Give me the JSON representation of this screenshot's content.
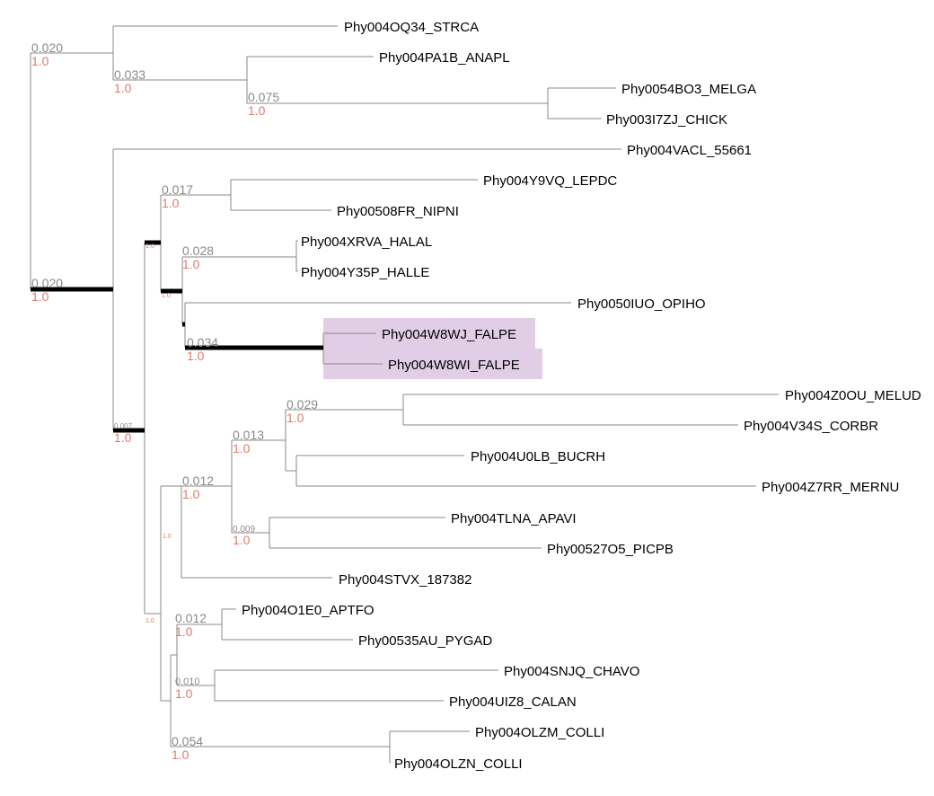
{
  "highlight_color": "#e2cde6",
  "leaves": [
    {
      "id": "strca",
      "label": "Phy004OQ34_STRCA"
    },
    {
      "id": "anapl",
      "label": "Phy004PA1B_ANAPL"
    },
    {
      "id": "melga",
      "label": "Phy0054BO3_MELGA"
    },
    {
      "id": "chick",
      "label": "Phy003I7ZJ_CHICK"
    },
    {
      "id": "v55661",
      "label": "Phy004VACL_55661"
    },
    {
      "id": "lepdc",
      "label": "Phy004Y9VQ_LEPDC"
    },
    {
      "id": "nipni",
      "label": "Phy00508FR_NIPNI"
    },
    {
      "id": "halal",
      "label": "Phy004XRVA_HALAL"
    },
    {
      "id": "halle",
      "label": "Phy004Y35P_HALLE"
    },
    {
      "id": "opiho",
      "label": "Phy0050IUO_OPIHO"
    },
    {
      "id": "falpe1",
      "label": "Phy004W8WJ_FALPE",
      "highlighted": true
    },
    {
      "id": "falpe2",
      "label": "Phy004W8WI_FALPE",
      "highlighted": true
    },
    {
      "id": "melud",
      "label": "Phy004Z0OU_MELUD"
    },
    {
      "id": "corbr",
      "label": "Phy004V34S_CORBR"
    },
    {
      "id": "bucrh",
      "label": "Phy004U0LB_BUCRH"
    },
    {
      "id": "mernu",
      "label": "Phy004Z7RR_MERNU"
    },
    {
      "id": "apavi",
      "label": "Phy004TLNA_APAVI"
    },
    {
      "id": "picpb",
      "label": "Phy00527O5_PICPB"
    },
    {
      "id": "v187382",
      "label": "Phy004STVX_187382"
    },
    {
      "id": "aptfo",
      "label": "Phy004O1E0_APTFO"
    },
    {
      "id": "pygad",
      "label": "Phy00535AU_PYGAD"
    },
    {
      "id": "chavo",
      "label": "Phy004SNJQ_CHAVO"
    },
    {
      "id": "calan",
      "label": "Phy004UIZ8_CALAN"
    },
    {
      "id": "colli1",
      "label": "Phy004OLZM_COLLI"
    },
    {
      "id": "colli2",
      "label": "Phy004OLZN_COLLI"
    }
  ],
  "node_labels": [
    {
      "id": "root_top",
      "dist": "0.020",
      "support": "1.0"
    },
    {
      "id": "galloanserae",
      "dist": "0.033",
      "support": "1.0"
    },
    {
      "id": "galliformes",
      "dist": "0.075",
      "support": "1.0"
    },
    {
      "id": "root_bottom",
      "dist": "0.020",
      "support": "1.0"
    },
    {
      "id": "lepdc_nipni",
      "dist": "0.017",
      "support": "1.0"
    },
    {
      "id": "pr",
      "support": "1.0"
    },
    {
      "id": "hal",
      "dist": "0.028",
      "support": "1.0"
    },
    {
      "id": "p3",
      "support": "1.0"
    },
    {
      "id": "falpe",
      "dist": "0.034",
      "support": "1.0"
    },
    {
      "id": "neoaves",
      "dist": "0.007",
      "support": "1.0"
    },
    {
      "id": "melud_corbr",
      "dist": "0.029",
      "support": "1.0"
    },
    {
      "id": "a1",
      "dist": "0.013",
      "support": "1.0"
    },
    {
      "id": "apavi_picpb",
      "dist": "0.009",
      "support": "1.0"
    },
    {
      "id": "a2",
      "dist": "0.012",
      "support": "1.0"
    },
    {
      "id": "a3",
      "support": "1.0"
    },
    {
      "id": "b_low",
      "support": "1.0"
    },
    {
      "id": "aptfo_pygad",
      "dist": "0.012",
      "support": "1.0"
    },
    {
      "id": "chavo_calan",
      "dist": "0.010",
      "support": "1.0"
    },
    {
      "id": "colli",
      "dist": "0.054",
      "support": "1.0"
    }
  ]
}
